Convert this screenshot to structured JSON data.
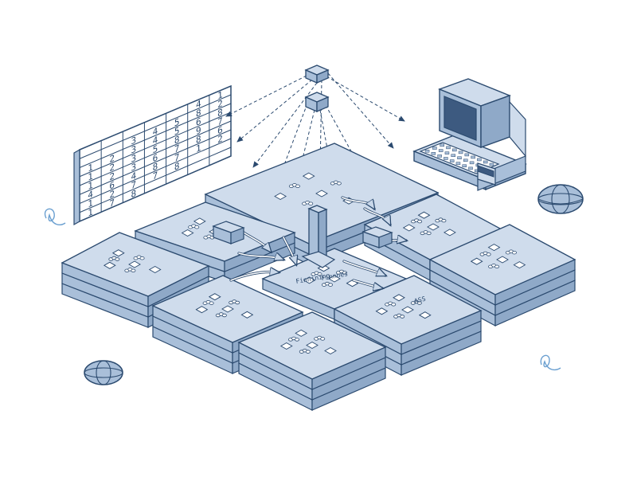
{
  "palette": {
    "stroke": "#2b4a6f",
    "top": "#cfdcec",
    "side": "#a9bfd9",
    "side_dark": "#8fa9c8",
    "dark": "#3d5a80",
    "grid_fill": "#ffffff",
    "accent_doodle": "#6a9fd0"
  },
  "number_grid": {
    "rows": [
      [
        "",
        "",
        "",
        "",
        "",
        "4",
        "1"
      ],
      [
        "",
        "",
        "3",
        "4",
        "5",
        "8",
        "2"
      ],
      [
        "1",
        "2",
        "3",
        "4",
        "5",
        "6",
        "8"
      ],
      [
        "1",
        "2",
        "3",
        "5",
        "8",
        "9",
        "7"
      ],
      [
        "1",
        "2",
        "3",
        "6",
        "7",
        "8",
        "6"
      ],
      [
        "4",
        "6",
        "4",
        "8",
        "7",
        "1",
        "2"
      ],
      [
        "1",
        "2",
        "7",
        "7",
        "8",
        "",
        ""
      ],
      [
        "1",
        "7",
        "8",
        "",
        "",
        "",
        ""
      ]
    ]
  },
  "labels": {
    "center_a": "Finnining",
    "center_b": "Finnnes",
    "right_cell": "ASS"
  },
  "decor": {
    "computer": "desktop-computer-icon",
    "globe_left": "globe-icon",
    "globe_right": "globe-icon",
    "cube_top": "cube-icon",
    "cube_second": "cube-icon",
    "pillar": "central-pillar"
  }
}
